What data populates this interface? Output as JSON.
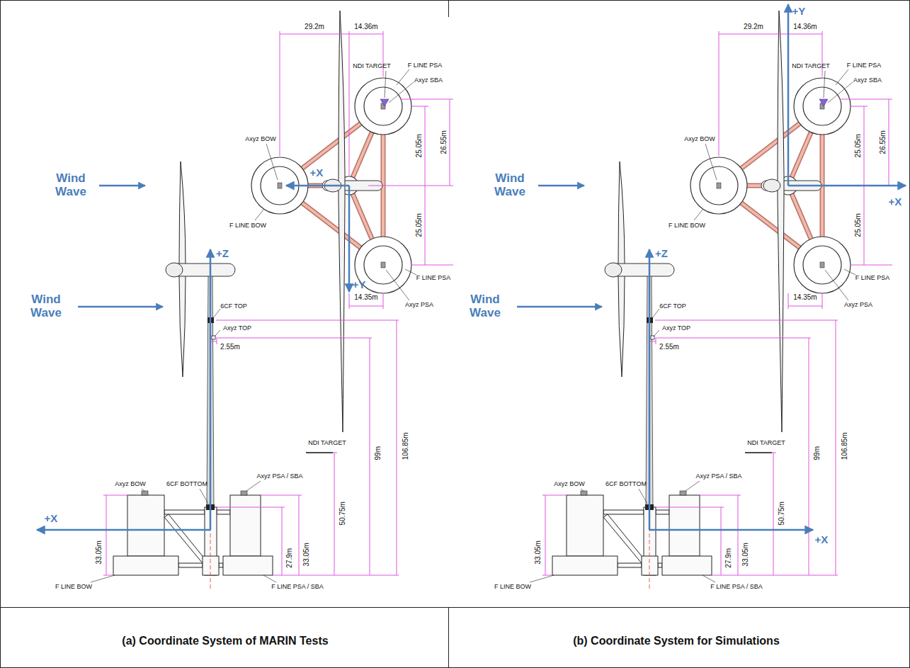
{
  "diagram": {
    "labels": [
      "29.2m",
      "14.36m",
      "NDI TARGET",
      "F LINE PSA",
      "Axyz SBA",
      "Axyz BOW",
      "Wind Wave",
      "+X",
      "F LINE BOW",
      "25.05m",
      "26.55m",
      "25.05m",
      "+Y",
      "14.35m",
      "F LINE PSA",
      "Axyz PSA",
      "Wind Wave",
      "+Z",
      "6CF TOP",
      "Axyz TOP",
      "2.55m",
      "106.85m",
      "99m",
      "NDI TARGET",
      "50.75m",
      "Axyz BOW",
      "6CF BOTTOM",
      "Axyz PSA / SBA",
      "33.05m",
      "27.9m",
      "33.05m",
      "+X",
      "F LINE BOW",
      "F LINE PSA / SBA",
      "(a) Coordinate System of MARIN Tests",
      "29.2m",
      "14.36m",
      "NDI TARGET",
      "F LINE PSA",
      "Axyz SBA",
      "Axyz BOW",
      "Wind Wave",
      "+Y",
      "F LINE BOW",
      "25.05m",
      "26.55m",
      "25.05m",
      "+X",
      "14.35m",
      "F LINE PSA",
      "Axyz PSA",
      "Wind Wave",
      "+Z",
      "6CF TOP",
      "Axyz TOP",
      "2.55m",
      "106.85m",
      "99m",
      "NDI TARGET",
      "50.75m",
      "Axyz BOW",
      "6CF BOTTOM",
      "Axyz PSA / SBA",
      "33.05m",
      "27.9m",
      "33.05m",
      "+X",
      "F LINE BOW",
      "F LINE PSA / SBA",
      "(b) Coordinate System for Simulations"
    ]
  }
}
